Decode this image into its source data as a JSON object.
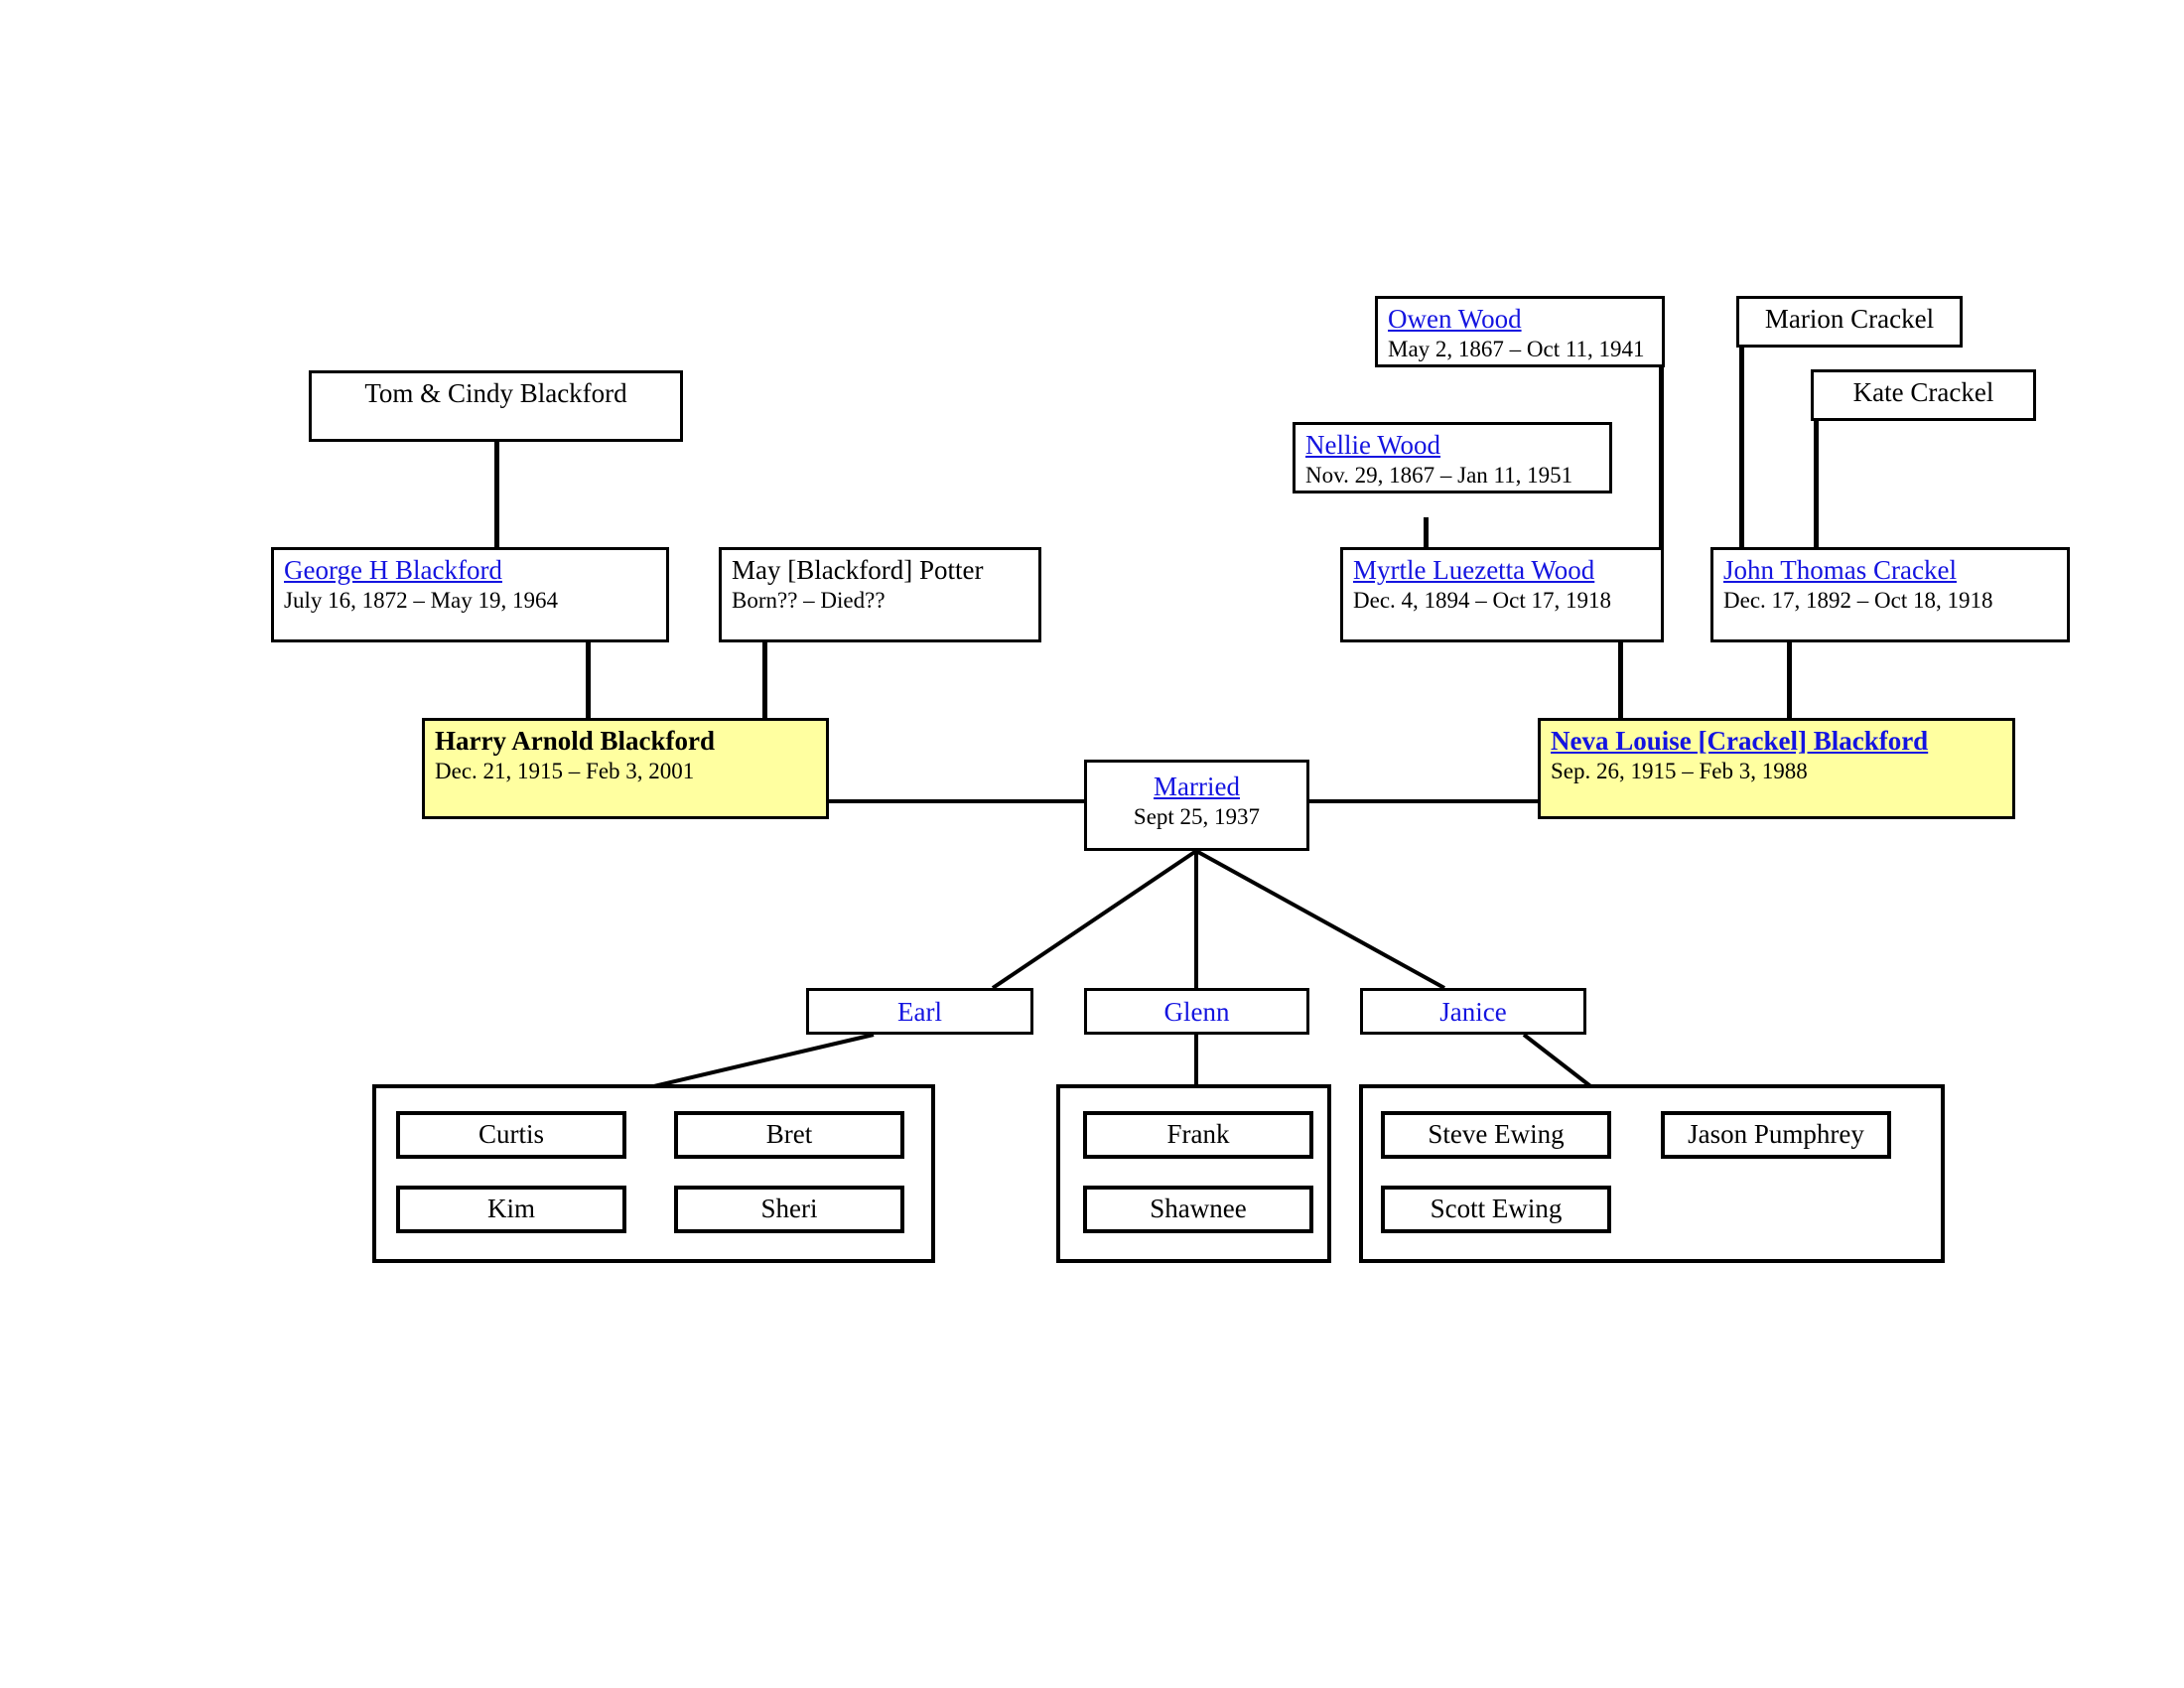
{
  "document": {
    "title": "Blackford Family Tree",
    "link_color": "#1414e0",
    "highlight_color": "#ffffa0",
    "line_color": "#000000",
    "background": "#ffffff"
  },
  "nodes": {
    "tom_cindy": {
      "name": "Tom & Cindy Blackford",
      "dates": ""
    },
    "george": {
      "name": "George H Blackford",
      "dates": "July 16, 1872 – May 19, 1964"
    },
    "may": {
      "name": "May [Blackford]",
      "name_suffix": " Potter",
      "dates": "Born?? – Died??"
    },
    "owen": {
      "name": "Owen Wood",
      "dates": "May 2, 1867 – Oct 11, 1941"
    },
    "nellie": {
      "name": "Nellie Wood",
      "dates": "Nov. 29, 1867 – Jan 11, 1951"
    },
    "myrtle": {
      "name": "Myrtle Luezetta Wood",
      "dates": "Dec. 4, 1894 – Oct 17, 1918"
    },
    "marion": {
      "name": "Marion Crackel",
      "dates": ""
    },
    "kate": {
      "name": "Kate Crackel",
      "dates": ""
    },
    "john": {
      "name": "John Thomas Crackel",
      "dates": "Dec. 17, 1892 – Oct 18, 1918"
    },
    "harry": {
      "name": "Harry Arnold Blackford",
      "dates": "Dec. 21, 1915 – Feb 3, 2001"
    },
    "neva": {
      "name": "Neva Louise [Crackel] Blackford",
      "dates": "Sep. 26, 1915 – Feb 3, 1988"
    },
    "married": {
      "name": "Married",
      "dates": "Sept 25, 1937"
    }
  },
  "children": [
    {
      "label": "Earl"
    },
    {
      "label": "Glenn"
    },
    {
      "label": "Janice"
    }
  ],
  "grandchildren": {
    "earl": [
      "Curtis",
      "Bret",
      "Kim",
      "Sheri"
    ],
    "glenn": [
      "Frank",
      "Shawnee"
    ],
    "janice": [
      "Steve Ewing",
      "Jason Pumphrey",
      "Scott Ewing"
    ]
  }
}
